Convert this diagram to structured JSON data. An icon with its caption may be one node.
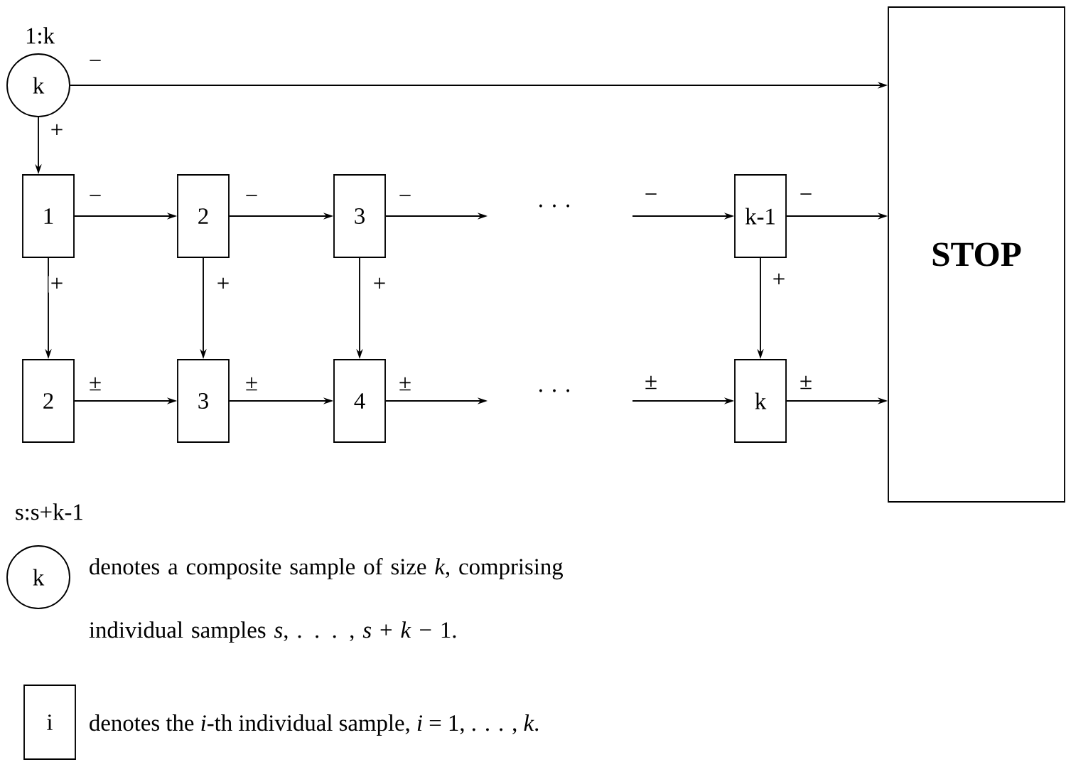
{
  "diagram": {
    "nodes": [
      {
        "text": [
          "k"
        ],
        "beside": [
          "1:k"
        ]
      },
      {
        "text": [
          "1"
        ]
      },
      {
        "text": [
          "2"
        ]
      },
      {
        "text": [
          "3"
        ]
      },
      {
        "text": [
          "k-1"
        ]
      },
      {
        "text": [
          "2"
        ]
      },
      {
        "text": [
          "3"
        ]
      },
      {
        "text": [
          "4"
        ]
      },
      {
        "text": [
          "k"
        ]
      },
      {
        "text": [
          "STOP"
        ]
      },
      {
        "text": [
          "k"
        ],
        "beside": [
          "s:s+k-1",
          "denotes a composite sample of size *k*, comprising individual samples *s*, . . . , *s* + *k* − 1."
        ]
      },
      {
        "text": [
          "i"
        ],
        "beside": [
          "denotes the *i*-th individual sample, *i* = 1, . . . , *k*."
        ]
      }
    ],
    "edges": [
      {
        "from": 0,
        "to": 9,
        "arrow": "to",
        "label": "−"
      },
      {
        "from": 0,
        "to": 1,
        "arrow": "to",
        "label": "+"
      },
      {
        "from": 1,
        "to": 2,
        "arrow": "to",
        "label": "−"
      },
      {
        "from": 2,
        "to": 3,
        "arrow": "to",
        "label": "−"
      },
      {
        "from": 3,
        "to": null,
        "arrow": "to",
        "label": "−"
      },
      {
        "from": null,
        "to": 4,
        "arrow": "to",
        "label": "−"
      },
      {
        "from": 4,
        "to": 9,
        "arrow": "to",
        "label": "−"
      },
      {
        "from": 1,
        "to": 5,
        "arrow": "to",
        "label": "+"
      },
      {
        "from": 2,
        "to": 6,
        "arrow": "to",
        "label": "+"
      },
      {
        "from": 3,
        "to": 7,
        "arrow": "to",
        "label": "+"
      },
      {
        "from": 4,
        "to": 8,
        "arrow": "to",
        "label": "+"
      },
      {
        "from": 5,
        "to": 6,
        "arrow": "to",
        "label": "±"
      },
      {
        "from": 6,
        "to": 7,
        "arrow": "to",
        "label": "±"
      },
      {
        "from": 7,
        "to": null,
        "arrow": "to",
        "label": "±"
      },
      {
        "from": null,
        "to": 8,
        "arrow": "to",
        "label": "±"
      },
      {
        "from": 8,
        "to": 9,
        "arrow": "to",
        "label": "±"
      }
    ],
    "labels": [
      "· · ·",
      "· · ·"
    ]
  }
}
